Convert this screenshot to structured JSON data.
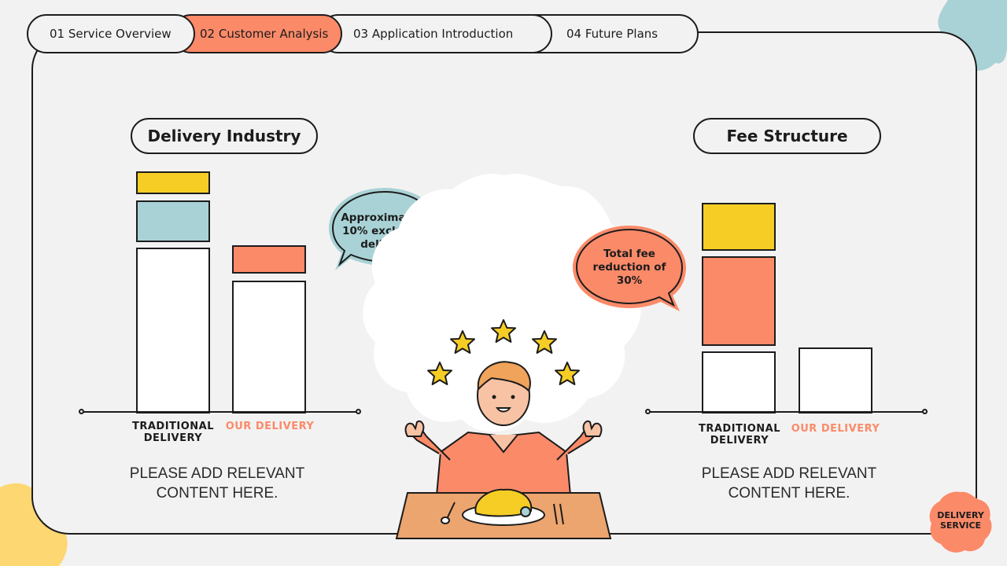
{
  "tabs": [
    {
      "label": "01 Service Overview",
      "active": false
    },
    {
      "label": "02 Customer Analysis",
      "active": true
    },
    {
      "label": "03 Application Introduction",
      "active": false
    },
    {
      "label": "04 Future Plans",
      "active": false
    }
  ],
  "left_section": {
    "title": "Delivery Industry",
    "categories": [
      "TRADITIONAL DELIVERY",
      "OUR DELIVERY"
    ],
    "note": "PLEASE ADD RELEVANT CONTENT HERE.",
    "callout": "Approximately 10% exclusive delivery"
  },
  "right_section": {
    "title": "Fee Structure",
    "categories": [
      "TRADITIONAL DELIVERY",
      "OUR DELIVERY"
    ],
    "note": "PLEASE ADD RELEVANT CONTENT HERE.",
    "callout": "Total fee reduction of 30%"
  },
  "badge": "DELIVERY SERVICE",
  "colors": {
    "accent": "#fb8a69",
    "yellow": "#f6cd25",
    "teal": "#a9d2d6",
    "white": "#ffffff",
    "outline": "#1c1c1c"
  }
}
